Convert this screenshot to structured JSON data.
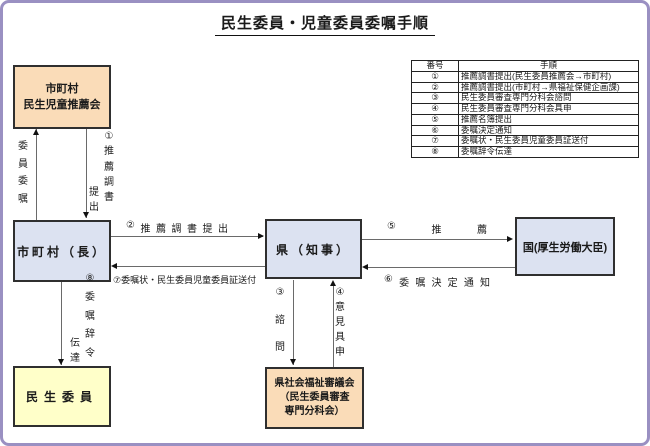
{
  "title": "民生委員・児童委員委嘱手順",
  "colors": {
    "peach_node": "#fadcb8",
    "blue_node": "#dce2f1",
    "yellow_node": "#ffffc9",
    "page_border": "#9a90c2"
  },
  "legend_table": {
    "headers": [
      "番号",
      "手順"
    ],
    "rows": [
      [
        "①",
        "推薦調書提出(民生委員推薦会→市町村)"
      ],
      [
        "②",
        "推薦調書提出(市町村→県福祉保健企画課)"
      ],
      [
        "③",
        "民生委員審査専門分科会諮問"
      ],
      [
        "④",
        "民生委員審査専門分科会具申"
      ],
      [
        "⑤",
        "推薦名簿提出"
      ],
      [
        "⑥",
        "委嘱決定通知"
      ],
      [
        "⑦",
        "委嘱状・民生委員児童委員証送付"
      ],
      [
        "⑧",
        "委嘱辞令伝達"
      ]
    ]
  },
  "nodes": {
    "suisenkai": {
      "lines": [
        "市町村",
        "民生児童推薦会"
      ],
      "fill": "#fadcb8"
    },
    "shichoson": {
      "label": "市町村（長）",
      "fill": "#dce2f1"
    },
    "minsei": {
      "label": "民生委員",
      "fill": "#ffffc9"
    },
    "ken": {
      "label": "県（知事）",
      "fill": "#dce2f1"
    },
    "kuni": {
      "label": "国(厚生労働大臣)",
      "fill": "#dce2f1"
    },
    "shingikai": {
      "lines": [
        "県社会福祉審議会",
        "（民生委員審査",
        "専門分科会）"
      ],
      "fill": "#fadcb8"
    }
  },
  "edges": {
    "iin_ishoku": "委員委嘱",
    "e1_main": "①推薦調書",
    "e1_sub": "提出",
    "e2": "②推薦調書提出",
    "e3": "③諮問",
    "e4": "④意見具申",
    "e5": "⑤推薦",
    "e6": "⑥委嘱決定通知",
    "e7": "⑦委嘱状・民生委員児童委員証送付",
    "e8_main": "⑧委嘱辞令",
    "e8_sub": "伝達"
  }
}
